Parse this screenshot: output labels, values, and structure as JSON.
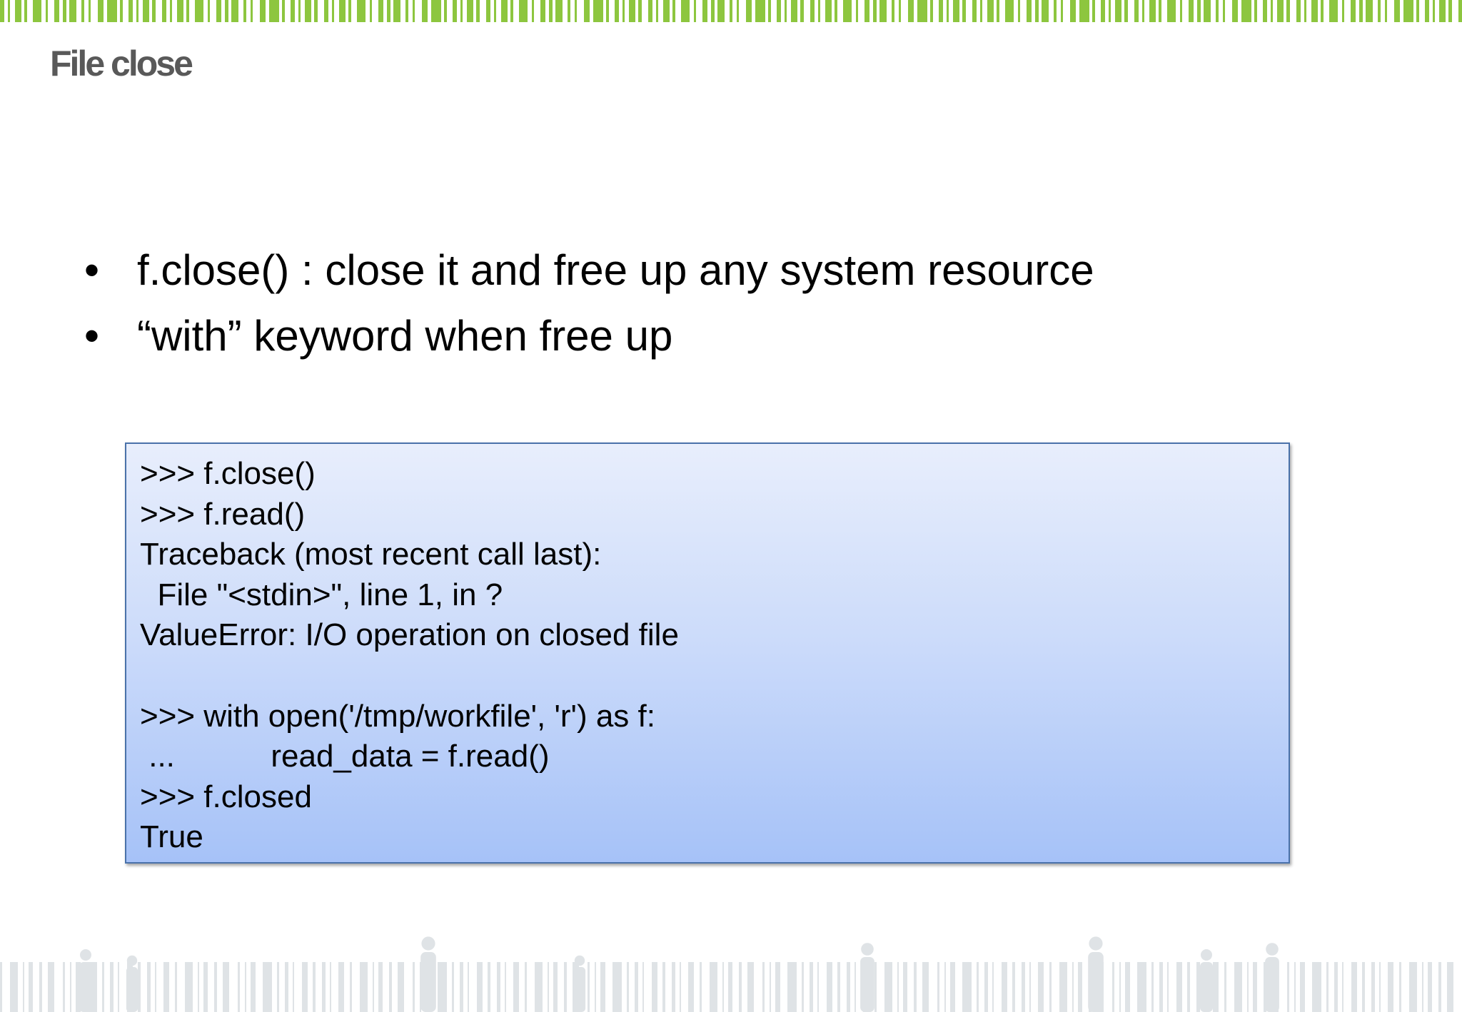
{
  "slide": {
    "title": "File close",
    "bullets": [
      "f.close() : close it and free up any system resource",
      "“with” keyword when free up"
    ],
    "bullet_glyph": "•",
    "code_lines": [
      ">>> f.close()",
      ">>> f.read()",
      "Traceback (most recent call last):",
      "  File \"<stdin>\", line 1, in ?",
      "ValueError: I/O operation on closed file",
      "",
      ">>> with open('/tmp/workfile', 'r') as f:",
      " ...           read_data = f.read()",
      ">>> f.closed",
      "True"
    ]
  },
  "colors": {
    "stripe_green": "#8dc63f",
    "title_gray": "#595959",
    "code_border": "#4a72aa",
    "code_bg_top": "#e8eefc",
    "code_bg_bottom": "#a6c2f8",
    "footer_silhouette": "#dfe3e6"
  },
  "decorations": {
    "top_border": "green-barcode-stripes",
    "bottom_border": "gray-barcode-with-people-silhouettes"
  }
}
